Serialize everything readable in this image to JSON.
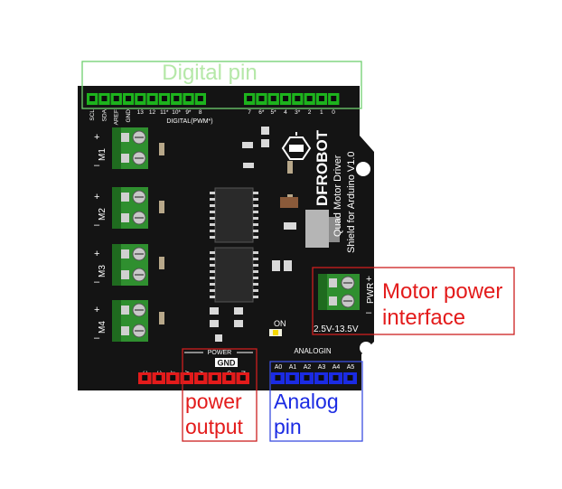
{
  "colors": {
    "board": "#141414",
    "header_green": "#1db31d",
    "header_red": "#e31b1b",
    "header_blue": "#1b2be3",
    "terminal_green": "#2f8f2f",
    "label_green": "#b5e8a8",
    "label_red": "#e31b1b",
    "label_blue": "#1b2be3",
    "chip": "#2a2a2a"
  },
  "callouts": {
    "digital": {
      "text": "Digital pin"
    },
    "motor_power": {
      "line1": "Motor power",
      "line2": "interface"
    },
    "power_output": {
      "line1": "power",
      "line2": "output"
    },
    "analog": {
      "line1": "Analog",
      "line2": "pin"
    }
  },
  "board": {
    "brand": "DFROBOT",
    "product_line1": "Quad Motor Driver",
    "product_line2": "Shield for Arduino V1.0",
    "digital_caption": "DIGITAL(PWM*)",
    "analog_caption": "ANALOGIN",
    "power_caption": "POWER",
    "gnd_badge": "GND",
    "on_label": "ON",
    "pwr_label": "PWR",
    "pwr_plus": "+",
    "pwr_minus": "–",
    "voltage": "2.5V-13.5V",
    "digital_pins_left": [
      "SCL",
      "SDA",
      "AREF",
      "GND",
      "13",
      "12",
      "11*",
      "10*",
      "9*",
      "8"
    ],
    "digital_pins_right": [
      "7",
      "6*",
      "5*",
      "4",
      "3*",
      "2",
      "1",
      "0"
    ],
    "power_pins": [
      "NC",
      "NC",
      "RST",
      "3.3V",
      "5V",
      "GND",
      "GND",
      "VIN"
    ],
    "analog_pins": [
      "A0",
      "A1",
      "A2",
      "A3",
      "A4",
      "A5"
    ],
    "motors": [
      {
        "name": "M1",
        "plus": "+",
        "minus": "–"
      },
      {
        "name": "M2",
        "plus": "+",
        "minus": "–"
      },
      {
        "name": "M3",
        "plus": "+",
        "minus": "–"
      },
      {
        "name": "M4",
        "plus": "+",
        "minus": "–"
      }
    ]
  }
}
